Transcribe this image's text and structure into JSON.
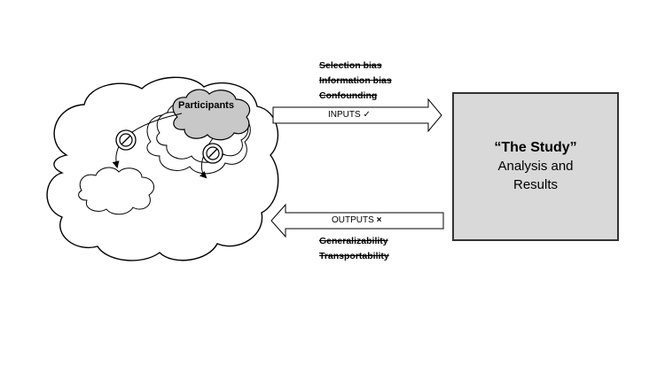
{
  "participants_label": "Participants",
  "inputs": {
    "biases": [
      "Selection bias",
      "Information bias",
      "Confounding"
    ],
    "label": "INPUTS",
    "mark": "✓"
  },
  "outputs": {
    "label": "OUTPUTS",
    "mark": "×",
    "items": [
      "Generalizability",
      "Transportability"
    ]
  },
  "study": {
    "title": "“The Study”",
    "line2": "Analysis and",
    "line3": "Results"
  },
  "colors": {
    "box_fill": "#d9d9d9",
    "participants_fill": "#c8c8c8",
    "stroke": "#000000"
  },
  "icons": [
    "no-entry-icon",
    "no-entry-icon"
  ]
}
